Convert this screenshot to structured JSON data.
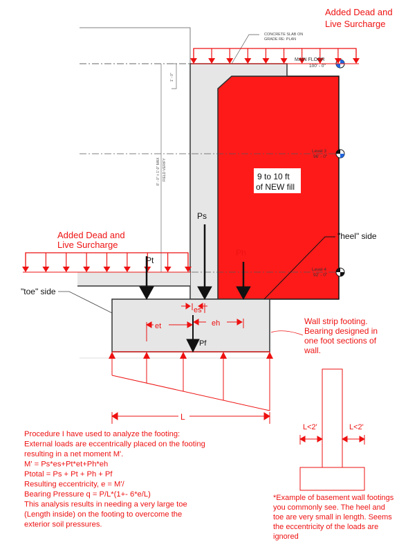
{
  "colors": {
    "red": "#ee1111",
    "fill_red": "#ff1a1a",
    "concrete": "#e6e6e6",
    "black": "#111111"
  },
  "top_surcharge": {
    "line1": "Added Dead and",
    "line2": "Live Surcharge"
  },
  "slab_note": {
    "line1": "CONCRETE SLAB ON",
    "line2": "GRADE RE: PLAN"
  },
  "main_floor": {
    "name": "MAIN FLOOR",
    "elev": "100' - 0\""
  },
  "level3": {
    "name": "Level 3",
    "elev": "96' - 0\""
  },
  "level4": {
    "name": "Level 4",
    "elev": "92' - 0\""
  },
  "dim_slab": "1' - 0\"",
  "dim_wall": {
    "line1": "8' - 0\" ± 1'-0\" MAX",
    "line2": "FIELD VERIFY"
  },
  "fill_label": {
    "line1": "9 to 10 ft",
    "line2": "of NEW fill"
  },
  "loads": {
    "ps": "Ps",
    "pt": "Pt",
    "ph": "Ph",
    "pf": "Pf",
    "es": "es",
    "et": "et",
    "eh": "eh",
    "L": "L"
  },
  "bottom_surcharge": {
    "line1": "Added Dead and",
    "line2": "Live Surcharge"
  },
  "toe_label": "\"toe\" side",
  "heel_label": "\"heel\" side",
  "footing_note": [
    "Wall strip footing.",
    "Bearing designed in",
    "one foot sections of",
    "wall."
  ],
  "example": {
    "toe": "L<2'",
    "heel": "L<2'",
    "note": [
      "*Example of basement wall footings",
      "you commonly see. The heel and",
      "toe are very small in length. Seems",
      "the eccentricity of the loads are",
      "ignored"
    ]
  },
  "procedure": [
    "Procedure I have used to analyze the footing:",
    "External loads are eccentrically placed on the footing",
    "resulting in a net moment M'.",
    "M' = Ps*es+Pt*et+Ph*eh",
    "Ptotal = Ps + Pt + Ph + Pf",
    "",
    "Resulting eccentricity, e = M'/",
    "Bearing Pressure q = P/L*(1+- 6*e/L)",
    "",
    "This analysis results in needing a very large toe",
    "(Length inside) on the footing to overcome the",
    "exterior soil pressures."
  ]
}
